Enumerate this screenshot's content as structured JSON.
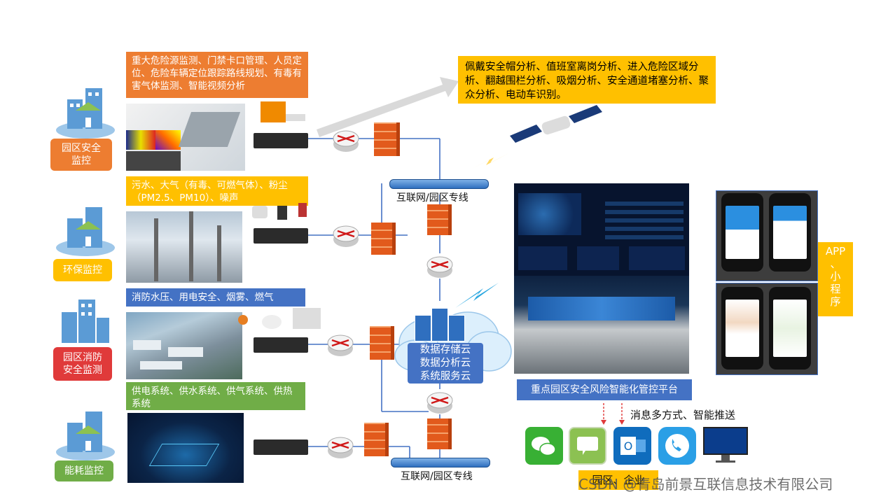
{
  "zones": [
    {
      "label": "园区安全\n监控",
      "desc": "重大危险源监测、门禁卡口管理、人员定位、危险车辆定位跟踪路线规划、有毒有害气体监测、智能视频分析"
    },
    {
      "label": "环保监控",
      "desc": "污水、大气（有毒、可燃气体）、粉尘（PM2.5、PM10）、噪声"
    },
    {
      "label": "园区消防\n安全监测",
      "desc": "消防水压、用电安全、烟雾、燃气"
    },
    {
      "label": "能耗监控",
      "desc": "供电系统、供水系统、供气系统、供热系统"
    }
  ],
  "ai_analysis": "佩戴安全帽分析、值班室离岗分析、进入危险区域分析、翻越围栏分析、吸烟分析、安全通道堵塞分析、聚众分析、电动车识别。",
  "network_top": "互联网/园区专线",
  "network_bottom": "互联网/园区专线",
  "cloud": [
    "数据存储云",
    "数据分析云",
    "系统服务云"
  ],
  "platform_title": "重点园区安全风险智能化管控平台",
  "app_label": "APP\n、\n小\n程\n序",
  "push_label": "消息多方式、智能推送",
  "bottom_label": "园区、企业",
  "watermark": "CSDN @青岛前景互联信息技术有限公司",
  "colors": {
    "orange": "#ed7d31",
    "yellow": "#ffc000",
    "blue": "#4472c4",
    "green": "#70ad47",
    "red": "#e03a3a"
  }
}
